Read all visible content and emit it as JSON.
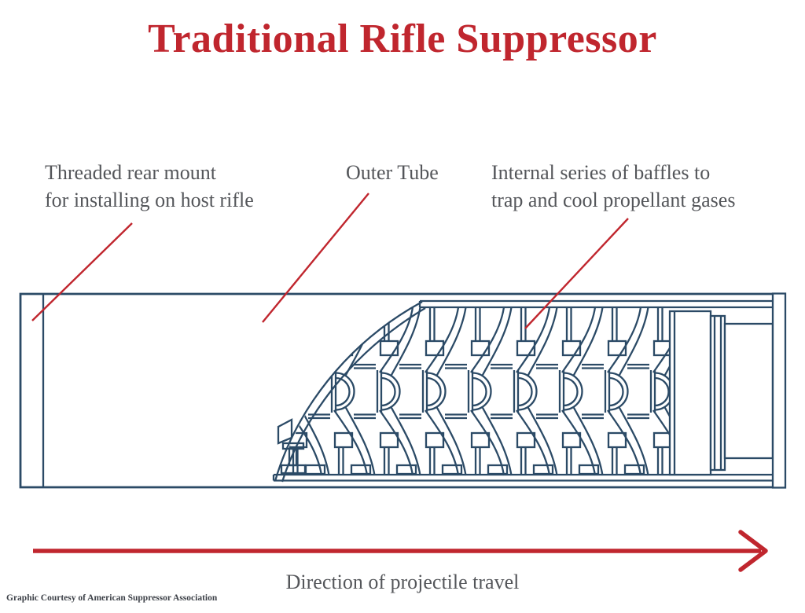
{
  "title": "Traditional Rifle Suppressor",
  "labels": [
    {
      "id": "rear-mount",
      "lines": [
        "Threaded rear mount",
        "for installing on host rifle"
      ]
    },
    {
      "id": "outer-tube",
      "lines": [
        "Outer Tube"
      ]
    },
    {
      "id": "baffles",
      "lines": [
        "Internal series of baffles to",
        "trap and cool propellant gases"
      ]
    }
  ],
  "caption": "Direction of projectile travel",
  "credit": "Graphic Courtesy of American Suppressor Association",
  "colors": {
    "accent_red": "#c0262e",
    "line_navy": "#2b4a66",
    "label_gray": "#54565a",
    "credit_gray": "#3d4148",
    "background": "#ffffff"
  }
}
